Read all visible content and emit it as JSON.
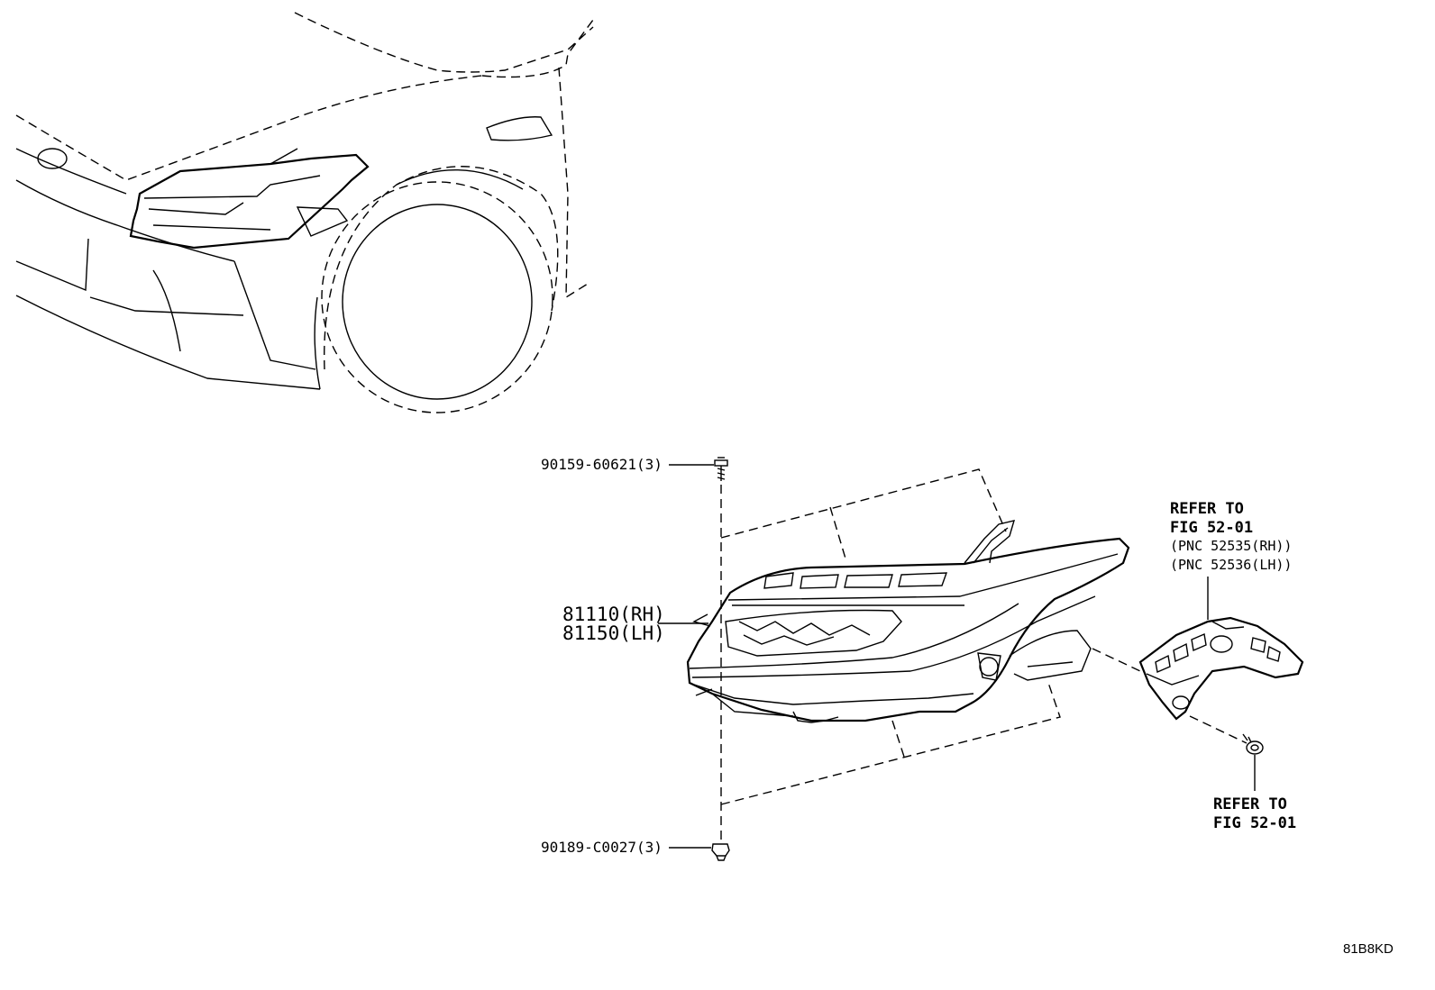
{
  "callouts": {
    "bolt_upper": "90159-60621(3)",
    "headlamp_rh": "81110(RH)",
    "headlamp_lh": "81150(LH)",
    "clip_lower": "90189-C0027(3)"
  },
  "references": {
    "bracket": {
      "line1": "REFER TO",
      "line2": "FIG 52-01",
      "line3": "(PNC 52535(RH))",
      "line4": "(PNC 52536(LH))"
    },
    "screw": {
      "line1": "REFER TO",
      "line2": "FIG 52-01"
    }
  },
  "figure_code": "81B8KD"
}
